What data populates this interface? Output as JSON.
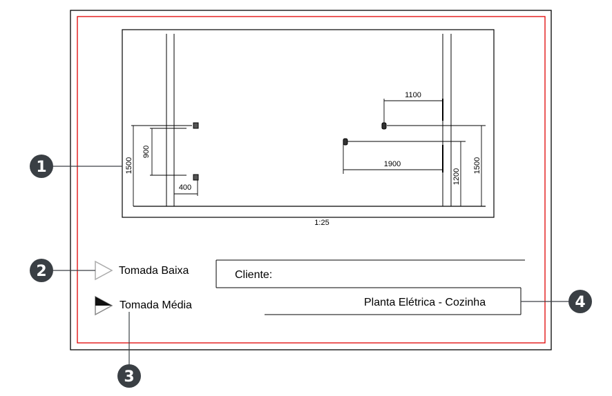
{
  "drawing": {
    "dimensions": {
      "left_total": "1500",
      "left_between": "900",
      "left_offset": "400",
      "right_top": "1100",
      "right_mid": "1900",
      "right_height_low": "1200",
      "right_total": "1500"
    },
    "scale": "1:25"
  },
  "legend": [
    {
      "label": "Tomada Baixa",
      "icon": "outlet-low-triangle-icon"
    },
    {
      "label": "Tomada Média",
      "icon": "outlet-medium-triangle-icon"
    }
  ],
  "title_block": {
    "client_label": "Cliente:",
    "title": "Planta Elétrica - Cozinha"
  },
  "callouts": [
    "1",
    "2",
    "3",
    "4"
  ],
  "colors": {
    "border_red": "#e00000",
    "callout_bg": "#3a3f44"
  }
}
